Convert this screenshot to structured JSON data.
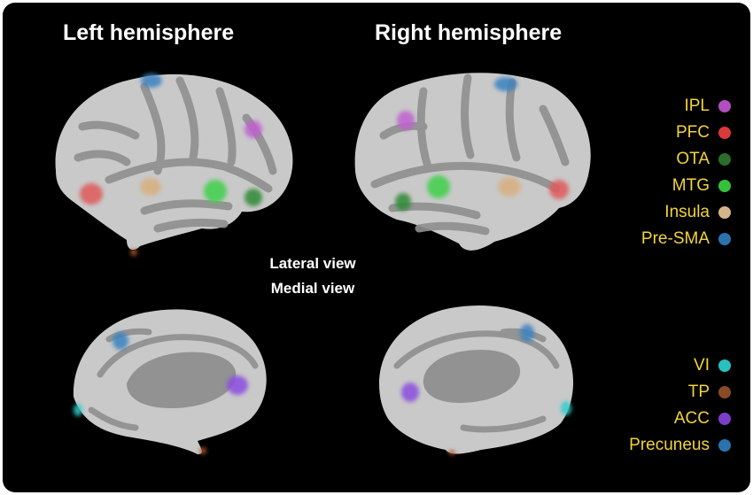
{
  "titles": {
    "left": "Left hemisphere",
    "right": "Right hemisphere"
  },
  "views": {
    "lateral": "Lateral view",
    "medial": "Medial view"
  },
  "legend_top": [
    {
      "label": "IPL",
      "color": "#b24fc0"
    },
    {
      "label": "PFC",
      "color": "#d83a3a"
    },
    {
      "label": "OTA",
      "color": "#2b6e2b"
    },
    {
      "label": "MTG",
      "color": "#35c03a"
    },
    {
      "label": "Insula",
      "color": "#d6b48b"
    },
    {
      "label": "Pre-SMA",
      "color": "#2b73ac"
    }
  ],
  "legend_bottom": [
    {
      "label": "VI",
      "color": "#29c0c0"
    },
    {
      "label": "TP",
      "color": "#8a4a26"
    },
    {
      "label": "ACC",
      "color": "#7a3ec8"
    },
    {
      "label": "Precuneus",
      "color": "#2b73ac"
    }
  ],
  "colors": {
    "background": "#000000",
    "brain_light": "#c9c9c9",
    "brain_dark": "#8f8f8f",
    "title": "#ffffff",
    "legend_text": "#f2d43a"
  }
}
